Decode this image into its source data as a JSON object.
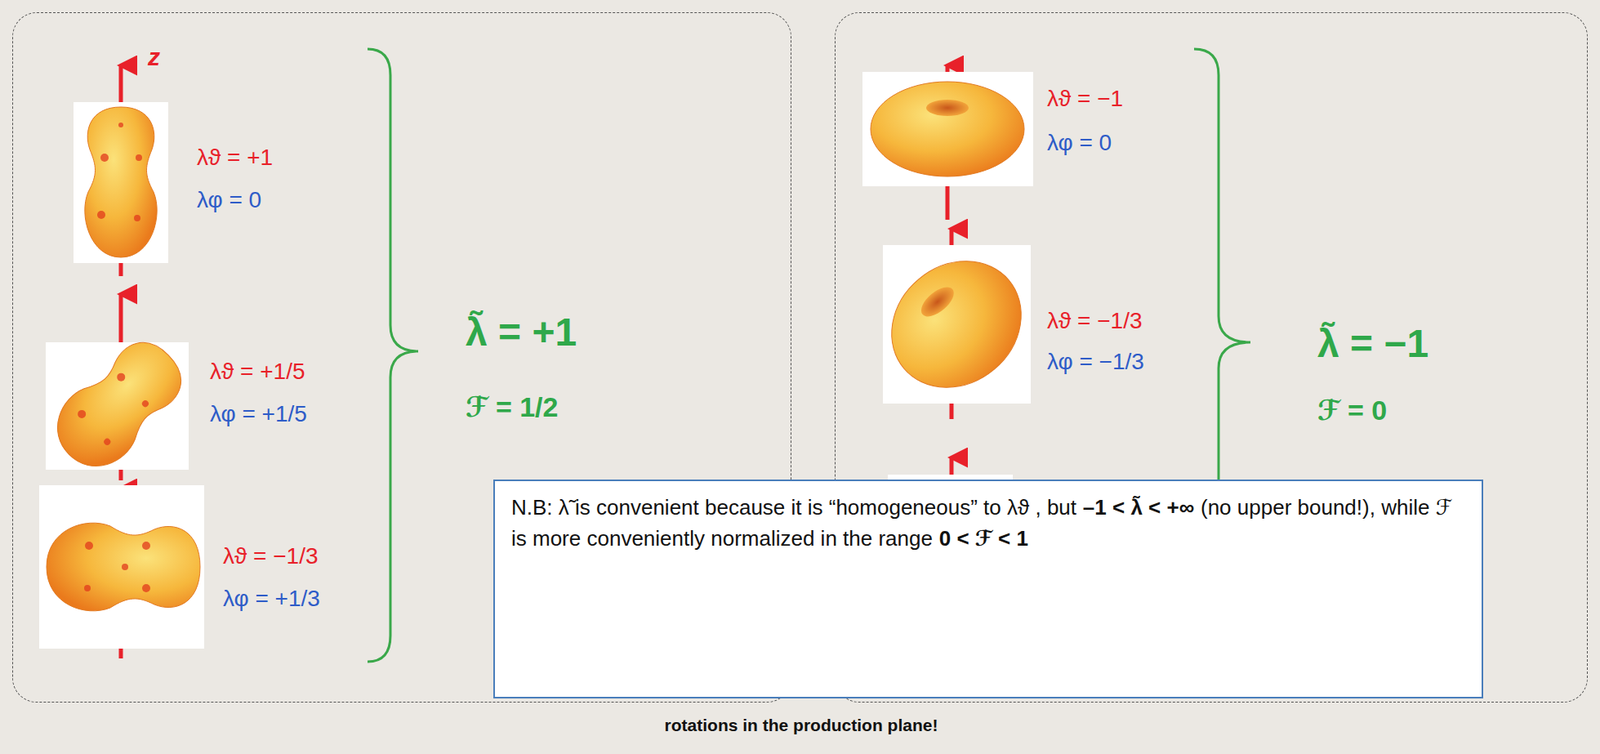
{
  "diagram": {
    "caption": "rotations in the production plane!",
    "nodes": [
      {
        "text": [
          "z",
          "λϑ = +1",
          "λφ = 0",
          "λϑ = +1/5",
          "λφ = +1/5",
          "λϑ = −1/3",
          "λφ = +1/3",
          "λ̃ = +1",
          "ℱ = 1/2"
        ]
      },
      {
        "text": [
          "λϑ = −1",
          "λφ = 0",
          "λϑ = −1/3",
          "λφ = −1/3",
          "λ̃ = −1",
          "ℱ = 0"
        ]
      },
      {
        "text": [
          "N.B: λ̃ is convenient because it is “homogeneous” to λϑ , but",
          "–1 < λ̃ < +∞",
          "(no upper bound!), while ℱ is more conveniently normalized in the range",
          "0 < ℱ < 1"
        ]
      }
    ]
  }
}
